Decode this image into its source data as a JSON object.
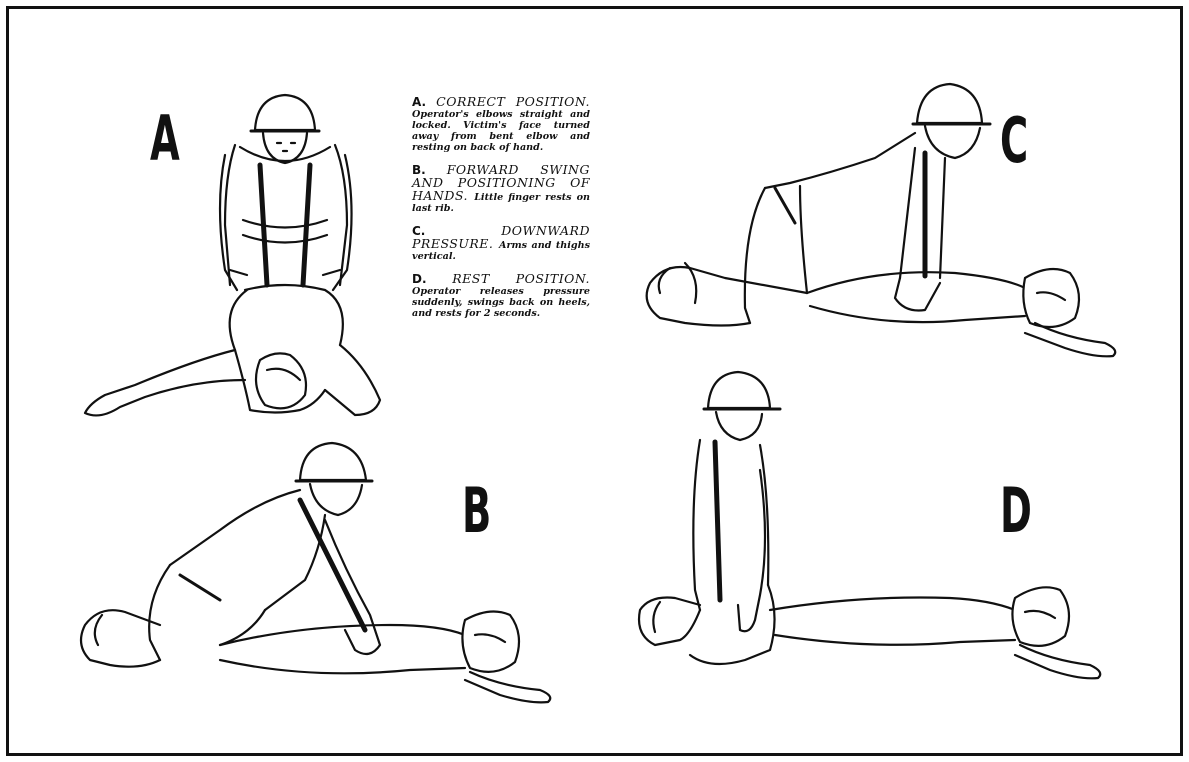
{
  "panels": [
    {
      "id": "A",
      "letter": "A"
    },
    {
      "id": "B",
      "letter": "B"
    },
    {
      "id": "C",
      "letter": "C"
    },
    {
      "id": "D",
      "letter": "D"
    }
  ],
  "legend": [
    {
      "key": "A.",
      "head": "CORRECT POSITION.",
      "body": "Operator's elbows straight and locked. Victim's face turned away from bent elbow and resting on back of hand."
    },
    {
      "key": "B.",
      "head": "FORWARD SWING AND POSITIONING OF HANDS.",
      "body": "Little finger rests on last rib."
    },
    {
      "key": "C.",
      "head": "DOWNWARD PRESSURE.",
      "body": "Arms and thighs vertical."
    },
    {
      "key": "D.",
      "head": "REST POSITION.",
      "body": "Operator releases pressure suddenly, swings back on heels, and rests for 2 seconds."
    }
  ],
  "colors": {
    "ink": "#111111",
    "paper": "#ffffff"
  }
}
